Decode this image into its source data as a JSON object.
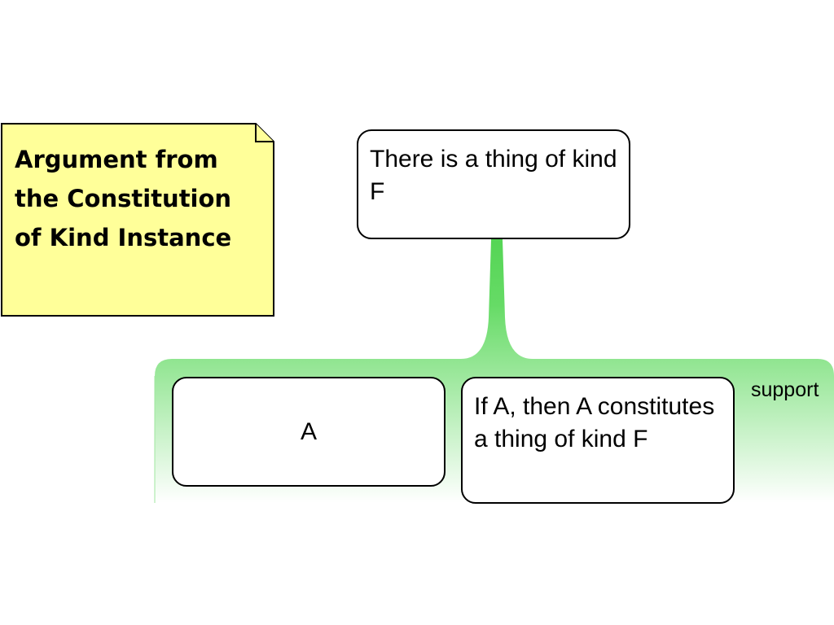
{
  "note": {
    "title": "Argument from\nthe Constitution\nof Kind Instance",
    "fill_color": "#ffff99",
    "border_color": "#000000"
  },
  "conclusion": {
    "text": "There is a thing of kind F"
  },
  "premises": [
    {
      "text": "A"
    },
    {
      "text": "If A, then A constitutes a thing of kind F"
    }
  ],
  "support": {
    "label": "support",
    "color": "#5cd65c"
  }
}
